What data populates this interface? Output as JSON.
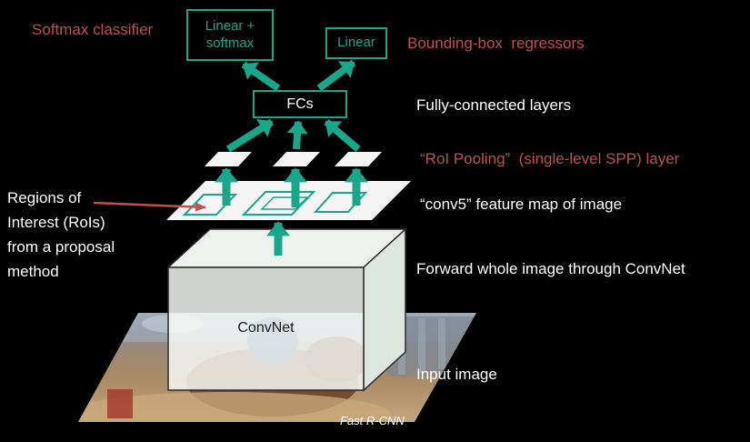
{
  "colors": {
    "background": "#000000",
    "teal_accent": "#19a78c",
    "red_accent": "#c0504d",
    "text_white": "#ffffff"
  },
  "diagram": {
    "left_labels": {
      "softmax_classifier": "Softmax classifier",
      "rois": "Regions of\nInterest (RoIs)\nfrom a proposal\nmethod"
    },
    "right_labels": {
      "bbox_regressors": "Bounding-box  regressors",
      "fully_connected": "Fully-connected layers",
      "roi_pooling": "“RoI Pooling”  (single-level SPP) layer",
      "conv5": "“conv5” feature map of image",
      "forward": "Forward whole image through ConvNet",
      "input_image": "Input image"
    },
    "nodes": {
      "linear_softmax": "Linear +\nsoftmax",
      "linear": "Linear",
      "fcs": "FCs",
      "convnet": "ConvNet"
    },
    "caption": "Fast R-CNN"
  }
}
